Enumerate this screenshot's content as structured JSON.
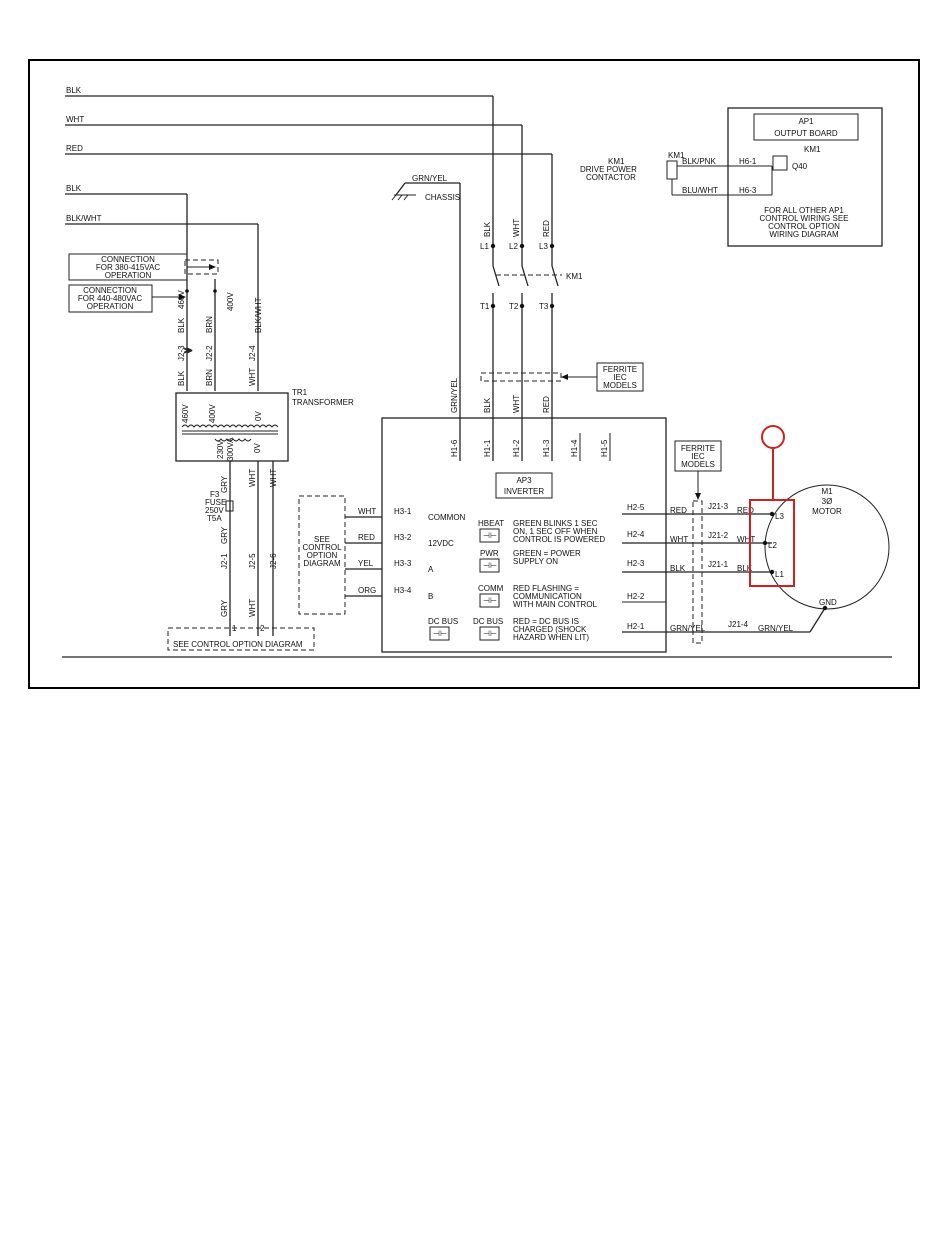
{
  "supply": {
    "line1": "BLK",
    "line2": "WHT",
    "line3": "RED",
    "tr_line1": "BLK",
    "tr_line2": "BLK/WHT"
  },
  "connection": {
    "box1_l1": "CONNECTION",
    "box1_l2": "FOR 380-415VAC",
    "box1_l3": "OPERATION",
    "box2_l1": "CONNECTION",
    "box2_l2": "FOR 440-480VAC",
    "box2_l3": "OPERATION"
  },
  "transformer": {
    "tap_460": "460V",
    "tap_400": "400V",
    "w_blk1": "BLK",
    "w_brn1": "BRN",
    "w_blkwht": "BLK/WHT",
    "j2_3": "J2-3",
    "j2_2": "J2-2",
    "j2_4": "J2-4",
    "w_blk2": "BLK",
    "w_brn2": "BRN",
    "w_wht": "WHT",
    "prim_460": "460V",
    "prim_400": "400V",
    "prim_0v": "0V",
    "name": "TR1",
    "label": "TRANSFORMER",
    "sec_230": "230V",
    "sec_300va": "300VA",
    "sec_0v1": "0V",
    "sec_0v2": "0V",
    "sec_gry": "GRY",
    "sec_wht1": "WHT",
    "sec_wht2": "WHT",
    "fuse_name": "F3",
    "fuse_label": "FUSE",
    "fuse_v": "250V",
    "fuse_a": "T5A",
    "j2_1": "J2-1",
    "j2_5": "J2-5",
    "j2_6": "J2-6",
    "gry": "GRY",
    "wht": "WHT",
    "pin1": "1",
    "pin2": "2"
  },
  "see_control_bottom": "SEE CONTROL OPTION DIAGRAM",
  "control_box": {
    "l1": "SEE",
    "l2": "CONTROL",
    "l3": "OPTION",
    "l4": "DIAGRAM"
  },
  "h3": [
    {
      "wire": "WHT",
      "pin": "H3-1",
      "sig": "COMMON"
    },
    {
      "wire": "RED",
      "pin": "H3-2",
      "sig": "12VDC"
    },
    {
      "wire": "YEL",
      "pin": "H3-3",
      "sig": "A"
    },
    {
      "wire": "ORG",
      "pin": "H3-4",
      "sig": "B"
    }
  ],
  "ground": {
    "wire": "GRN/YEL",
    "chassis": "CHASSIS"
  },
  "contactor": {
    "name": "KM1",
    "wires": [
      "BLK",
      "WHT",
      "RED"
    ],
    "line": [
      "L1",
      "L2",
      "L3"
    ],
    "load": [
      "T1",
      "T2",
      "T3"
    ]
  },
  "ferrite_top": {
    "l1": "FERRITE",
    "l2": "IEC",
    "l3": "MODELS"
  },
  "ap3": {
    "name": "AP3",
    "label": "INVERTER",
    "in_wires": [
      "GRN/YEL",
      "BLK",
      "WHT",
      "RED"
    ],
    "h1": [
      "H1-6",
      "H1-1",
      "H1-2",
      "H1-3",
      "H1-4",
      "H1-5"
    ],
    "leds": [
      {
        "name": "HBEAT",
        "l1": "GREEN BLINKS 1 SEC",
        "l2": "ON, 1 SEC OFF WHEN",
        "l3": "CONTROL IS POWERED"
      },
      {
        "name": "PWR",
        "l1": "GREEN = POWER",
        "l2": "SUPPLY ON",
        "l3": ""
      },
      {
        "name": "COMM",
        "l1": "RED FLASHING =",
        "l2": "COMMUNICATION",
        "l3": "WITH MAIN CONTROL"
      },
      {
        "name": "DC BUS",
        "l1": "RED = DC BUS IS",
        "l2": "CHARGED (SHOCK",
        "l3": "HAZARD WHEN LIT)"
      }
    ],
    "dcbus_left": "DC BUS",
    "h2": [
      "H2-5",
      "H2-4",
      "H2-3",
      "H2-2",
      "H2-1"
    ]
  },
  "out_wires": [
    "RED",
    "WHT",
    "BLK",
    "GRN/YEL"
  ],
  "ferrite_mid": {
    "l1": "FERRITE",
    "l2": "IEC",
    "l3": "MODELS"
  },
  "j21": [
    "J21-3",
    "J21-2",
    "J21-1",
    "J21-4"
  ],
  "motor_wires": [
    "RED",
    "WHT",
    "BLK",
    "GRN/YEL"
  ],
  "motor": {
    "name": "M1",
    "phase": "3Ø",
    "label": "MOTOR",
    "terms": [
      "L3",
      "L2",
      "L1"
    ],
    "gnd": "GND"
  },
  "ap1": {
    "name": "AP1",
    "label": "OUTPUT BOARD",
    "km1_label": "KM1",
    "km1_desc1": "DRIVE POWER",
    "km1_desc2": "CONTACTOR",
    "coil": "KM1",
    "w1": "BLK/PNK",
    "w2": "BLU/WHT",
    "h6_1": "H6-1",
    "h6_3": "H6-3",
    "relay": "KM1",
    "q": "Q40",
    "note1": "FOR ALL OTHER AP1",
    "note2": "CONTROL WIRING SEE",
    "note3": "CONTROL OPTION",
    "note4": "WIRING DIAGRAM"
  },
  "highlight_color": "#d21f1f"
}
